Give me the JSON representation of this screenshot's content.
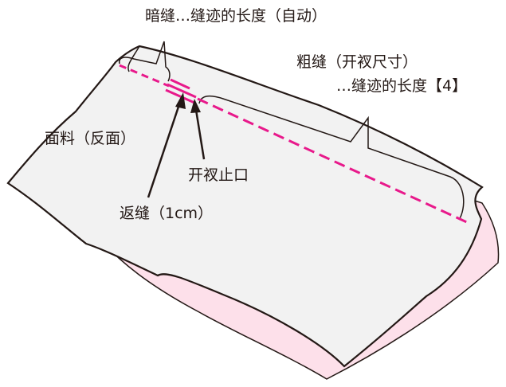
{
  "labels": {
    "blind_stitch": "暗缝…缝迹的长度（自动）",
    "baste_title": "粗缝（开衩尺寸）",
    "baste_length": "…缝迹的长度【4】",
    "fabric_side": "面料（反面）",
    "slit_stop": "开衩止口",
    "backstitch": "返缝（1cm）"
  },
  "colors": {
    "seam_line": "#e8198b",
    "fabric_top": "#f2f2f2",
    "fabric_under": "#fde0ea",
    "outline": "#231815"
  }
}
